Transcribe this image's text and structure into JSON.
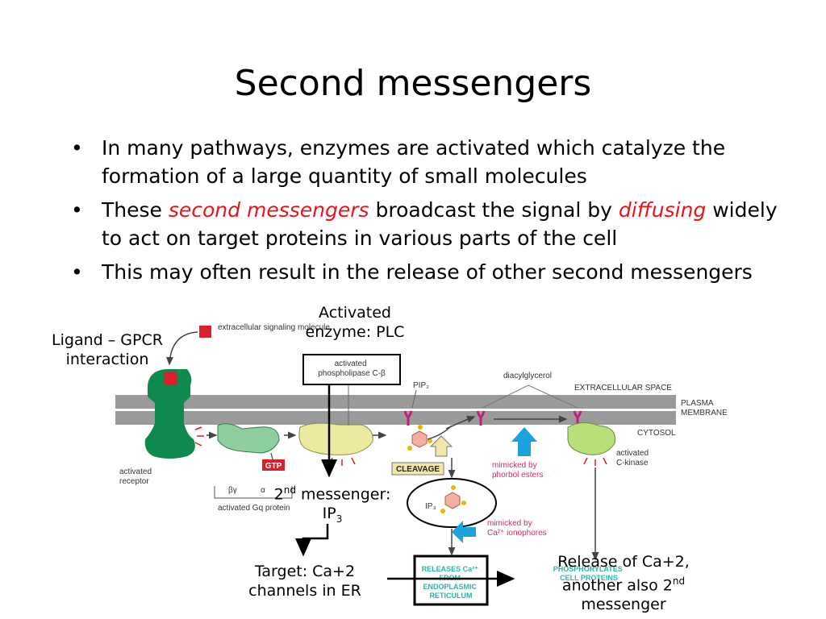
{
  "title": "Second messengers",
  "bullets": [
    {
      "parts": [
        {
          "text": "In many pathways, enzymes are activated which catalyze the formation of a large quantity of small molecules",
          "em": false
        }
      ]
    },
    {
      "parts": [
        {
          "text": "These ",
          "em": false
        },
        {
          "text": "second messengers",
          "em": true
        },
        {
          "text": " broadcast the signal by ",
          "em": false
        },
        {
          "text": "diffusing",
          "em": true
        },
        {
          "text": " widely to act on target proteins in various parts of the cell",
          "em": false
        }
      ]
    },
    {
      "parts": [
        {
          "text": "This may often result in the release of other second messengers",
          "em": false
        }
      ]
    }
  ],
  "bullet_glyph": "•",
  "annotations": {
    "ligand_line1": "Ligand – GPCR",
    "ligand_line2": "interaction",
    "enzyme_line1": "Activated",
    "enzyme_line2": "enzyme: PLC",
    "msg_pre": "2",
    "msg_sup": "nd",
    "msg_post": " messenger:",
    "msg_ip": "IP",
    "msg_sub": "3",
    "target_line1": "Target: Ca+2",
    "target_line2": "channels in ER",
    "release_line1": "Release of Ca+2,",
    "release_line2_pre": "another also 2",
    "release_sup": "nd",
    "release_line3": "messenger"
  },
  "figure": {
    "extracellular_signaling_molecule": "extracellular signaling molecule",
    "activated_plc_line1": "activated",
    "activated_plc_line2": "phospholipase C-β",
    "pip2": "PIP₂",
    "diacylglycerol": "diacylglycerol",
    "extracellular_space": "EXTRACELLULAR SPACE",
    "plasma": "PLASMA",
    "membrane": "MEMBRANE",
    "cytosol": "CYTOSOL",
    "activated_receptor_line1": "activated",
    "activated_receptor_line2": "receptor",
    "gtp": "GTP",
    "cleavage": "CLEAVAGE",
    "beta_gamma": "βγ",
    "alpha": "α",
    "activated_gq": "activated Gq protein",
    "ip3": "IP₃",
    "mimicked_phorbol_line1": "mimicked by",
    "mimicked_phorbol_line2": "phorbol esters",
    "mimicked_ca_line1": "mimicked by",
    "mimicked_ca_line2": "Ca²⁺ ionophores",
    "activated_ckinase_line1": "activated",
    "activated_ckinase_line2": "C-kinase",
    "releases_line1": "RELEASES Ca²⁺",
    "releases_line2": "FROM",
    "releases_line3": "ENDOPLASMIC",
    "releases_line4": "RETICULUM",
    "phosphorylates_line1": "PHOSPHORYLATES",
    "phosphorylates_line2": "CELL PROTEINS"
  },
  "colors": {
    "emphasis": "#e8141a",
    "membrane": "#9a9a9a",
    "receptor": "#0f8a4e",
    "gprotein": "#8fcf9f",
    "plc": "#ecea9e",
    "ckinase": "#b8e07a",
    "ip3": "#f1b0a0",
    "signal": "#dd1f2d",
    "highlight_arrow": "#1aa3e0",
    "er_text": "#2bb5a8"
  }
}
